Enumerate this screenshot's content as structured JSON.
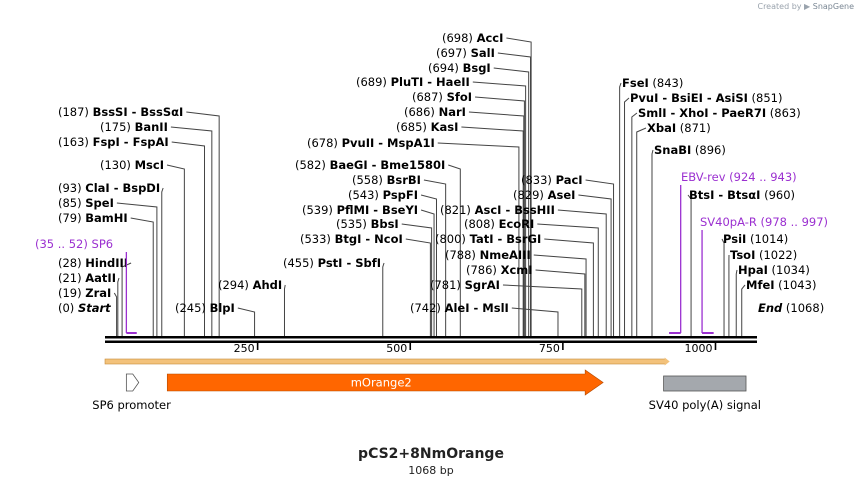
{
  "header": {
    "credit_prefix": "Created by",
    "credit_brand": "SnapGene"
  },
  "plasmid": {
    "name": "pCS2+8NmOrange",
    "length_label": "1068 bp",
    "length": 1068
  },
  "axis": {
    "ticks": [
      250,
      500,
      750,
      1000
    ]
  },
  "colors": {
    "enzyme": "#000000",
    "primer": "#9b30d0",
    "feature_mOrange2": "#ff6600",
    "feature_sv40": "#a4a8ad",
    "feature_sp6": "#ffffff",
    "orf_arrow": "#f3c27b"
  },
  "enzymes": [
    {
      "pos": 0,
      "name": "Start",
      "italic": true,
      "pos_label": "(0)"
    },
    {
      "pos": 19,
      "name": "ZraI",
      "pos_label": "(19)"
    },
    {
      "pos": 21,
      "name": "AatII",
      "pos_label": "(21)"
    },
    {
      "pos": 28,
      "name": "HindIII",
      "pos_label": "(28)"
    },
    {
      "pos": 79,
      "name": "BamHI",
      "pos_label": "(79)"
    },
    {
      "pos": 85,
      "name": "SpeI",
      "pos_label": "(85)"
    },
    {
      "pos": 93,
      "name": "ClaI  -  BspDI",
      "pos_label": "(93)"
    },
    {
      "pos": 130,
      "name": "MscI",
      "pos_label": "(130)"
    },
    {
      "pos": 163,
      "name": "FspI  -  FspAI",
      "pos_label": "(163)"
    },
    {
      "pos": 175,
      "name": "BanII",
      "pos_label": "(175)"
    },
    {
      "pos": 187,
      "name": "BssSI  -  BssSαI",
      "pos_label": "(187)"
    },
    {
      "pos": 245,
      "name": "BlpI",
      "pos_label": "(245)"
    },
    {
      "pos": 294,
      "name": "AhdI",
      "pos_label": "(294)"
    },
    {
      "pos": 455,
      "name": "PstI  -  SbfI",
      "pos_label": "(455)"
    },
    {
      "pos": 533,
      "name": "BtgI  -  NcoI",
      "pos_label": "(533)"
    },
    {
      "pos": 535,
      "name": "BbsI",
      "pos_label": "(535)"
    },
    {
      "pos": 539,
      "name": "PflMI  -  BseYI",
      "pos_label": "(539)"
    },
    {
      "pos": 543,
      "name": "PspFI",
      "pos_label": "(543)"
    },
    {
      "pos": 558,
      "name": "BsrBI",
      "pos_label": "(558)"
    },
    {
      "pos": 582,
      "name": "BaeGI  -  Bme1580I",
      "pos_label": "(582)"
    },
    {
      "pos": 678,
      "name": "PvuII  -  MspA1I",
      "pos_label": "(678)"
    },
    {
      "pos": 685,
      "name": "KasI",
      "pos_label": "(685)"
    },
    {
      "pos": 686,
      "name": "NarI",
      "pos_label": "(686)"
    },
    {
      "pos": 687,
      "name": "SfoI",
      "pos_label": "(687)"
    },
    {
      "pos": 689,
      "name": "PluTI  -  HaeII",
      "pos_label": "(689)"
    },
    {
      "pos": 694,
      "name": "BsgI",
      "pos_label": "(694)"
    },
    {
      "pos": 697,
      "name": "SalI",
      "pos_label": "(697)"
    },
    {
      "pos": 698,
      "name": "AccI",
      "pos_label": "(698)"
    },
    {
      "pos": 742,
      "name": "AleI  -  MslI",
      "pos_label": "(742)"
    },
    {
      "pos": 781,
      "name": "SgrAI",
      "pos_label": "(781)"
    },
    {
      "pos": 786,
      "name": "XcmI",
      "pos_label": "(786)"
    },
    {
      "pos": 788,
      "name": "NmeAIII",
      "pos_label": "(788)"
    },
    {
      "pos": 800,
      "name": "TatI  -  BsrGI",
      "pos_label": "(800)"
    },
    {
      "pos": 808,
      "name": "EcoRI",
      "pos_label": "(808)"
    },
    {
      "pos": 821,
      "name": "AscI  -  BssHII",
      "pos_label": "(821)"
    },
    {
      "pos": 829,
      "name": "AseI",
      "pos_label": "(829)"
    },
    {
      "pos": 833,
      "name": "PacI",
      "pos_label": "(833)"
    },
    {
      "pos": 843,
      "name": "FseI",
      "pos_label": "(843)"
    },
    {
      "pos": 851,
      "name": "PvuI  -  BsiEI  -  AsiSI",
      "pos_label": "(851)"
    },
    {
      "pos": 863,
      "name": "SmlI  -  XhoI  -  PaeR7I",
      "pos_label": "(863)"
    },
    {
      "pos": 871,
      "name": "XbaI",
      "pos_label": "(871)"
    },
    {
      "pos": 896,
      "name": "SnaBI",
      "pos_label": "(896)"
    },
    {
      "pos": 960,
      "name": "BtsI  -  BtsαI",
      "pos_label": "(960)"
    },
    {
      "pos": 1014,
      "name": "PsiI",
      "pos_label": "(1014)"
    },
    {
      "pos": 1022,
      "name": "TsoI",
      "pos_label": "(1022)"
    },
    {
      "pos": 1034,
      "name": "HpaI",
      "pos_label": "(1034)"
    },
    {
      "pos": 1043,
      "name": "MfeI",
      "pos_label": "(1043)"
    },
    {
      "pos": 1068,
      "name": "End",
      "italic": true,
      "pos_label": "(1068)"
    }
  ],
  "primers": [
    {
      "name": "SP6",
      "range_label": "(35 .. 52)",
      "start": 35,
      "end": 52,
      "direction": "forward"
    },
    {
      "name": "EBV-rev",
      "range_label": "(924 .. 943)",
      "start": 924,
      "end": 943,
      "direction": "reverse"
    },
    {
      "name": "SV40pA-R",
      "range_label": "(978 .. 997)",
      "start": 978,
      "end": 997,
      "direction": "forward"
    }
  ],
  "features": [
    {
      "name": "SP6 promoter",
      "start": 35,
      "end": 52,
      "direction": "forward",
      "label_inside": false
    },
    {
      "name": "mOrange2",
      "start": 102,
      "end": 816,
      "direction": "forward",
      "label_inside": true
    },
    {
      "name": "SV40 poly(A) signal",
      "start": 915,
      "end": 1050,
      "direction": "none",
      "label_inside": false
    }
  ],
  "orf": {
    "start": 0,
    "end": 925,
    "direction": "forward"
  }
}
